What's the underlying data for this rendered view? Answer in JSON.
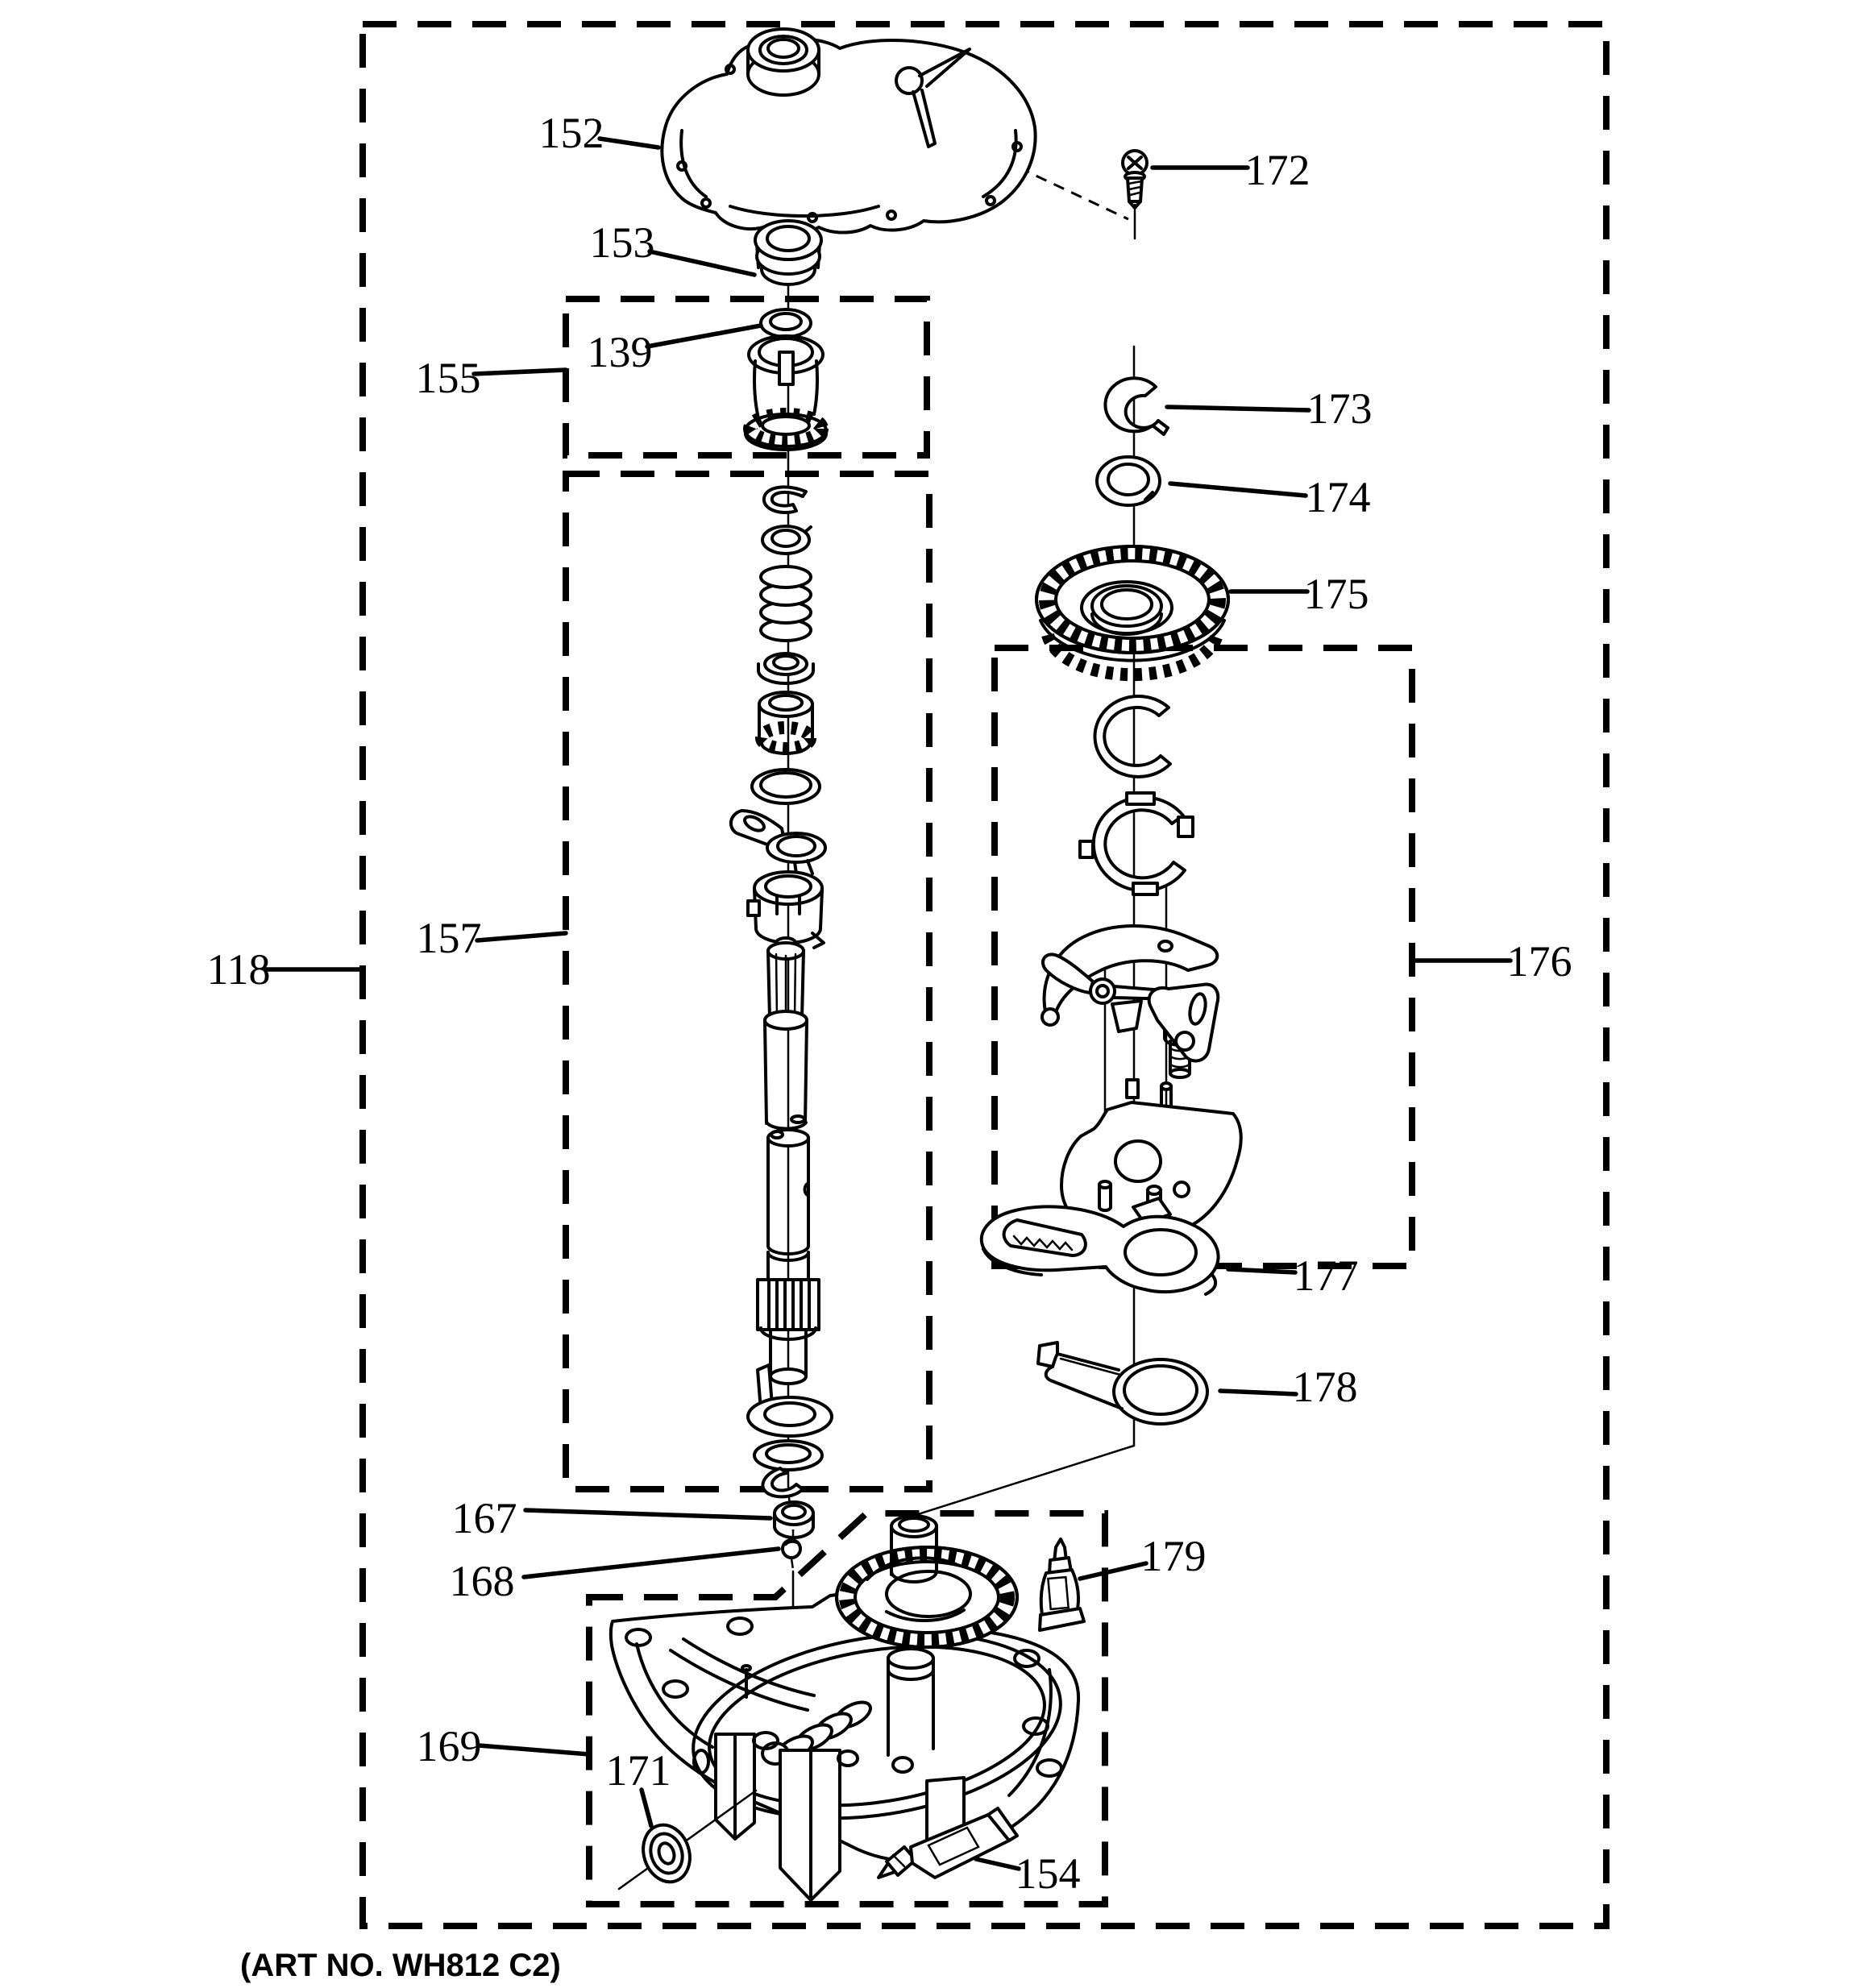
{
  "figure": {
    "art_no": "(ART NO. WH812 C2)",
    "callouts": {
      "118": "118",
      "139": "139",
      "152": "152",
      "153": "153",
      "154": "154",
      "155": "155",
      "157": "157",
      "167": "167",
      "168": "168",
      "169": "169",
      "171": "171",
      "172": "172",
      "173": "173",
      "174": "174",
      "175": "175",
      "176": "176",
      "177": "177",
      "178": "178",
      "179": "179"
    }
  }
}
